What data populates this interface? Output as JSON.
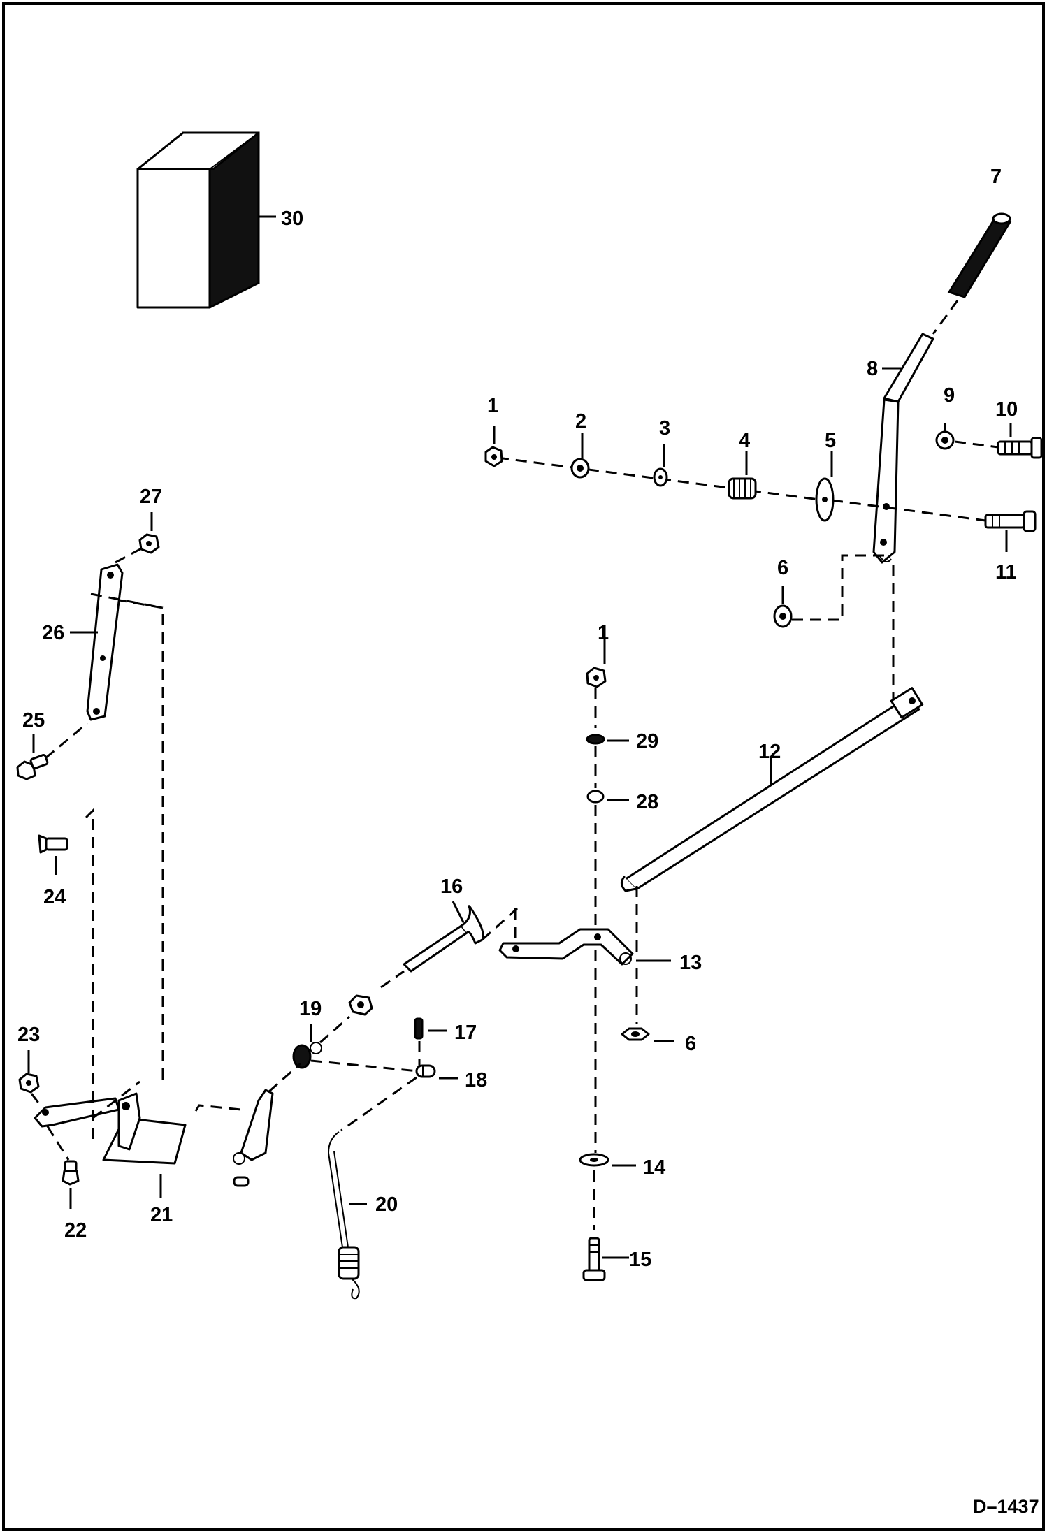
{
  "drawing_code": "D–1437",
  "callouts": {
    "n1a": "1",
    "n1b": "1",
    "n2": "2",
    "n3": "3",
    "n4": "4",
    "n5": "5",
    "n6a": "6",
    "n6b": "6",
    "n7": "7",
    "n8": "8",
    "n9": "9",
    "n10": "10",
    "n11": "11",
    "n12": "12",
    "n13": "13",
    "n14": "14",
    "n15": "15",
    "n16": "16",
    "n17": "17",
    "n18": "18",
    "n19": "19",
    "n20": "20",
    "n21": "21",
    "n22": "22",
    "n23": "23",
    "n24": "24",
    "n25": "25",
    "n26": "26",
    "n27": "27",
    "n28": "28",
    "n29": "29",
    "n30": "30"
  }
}
